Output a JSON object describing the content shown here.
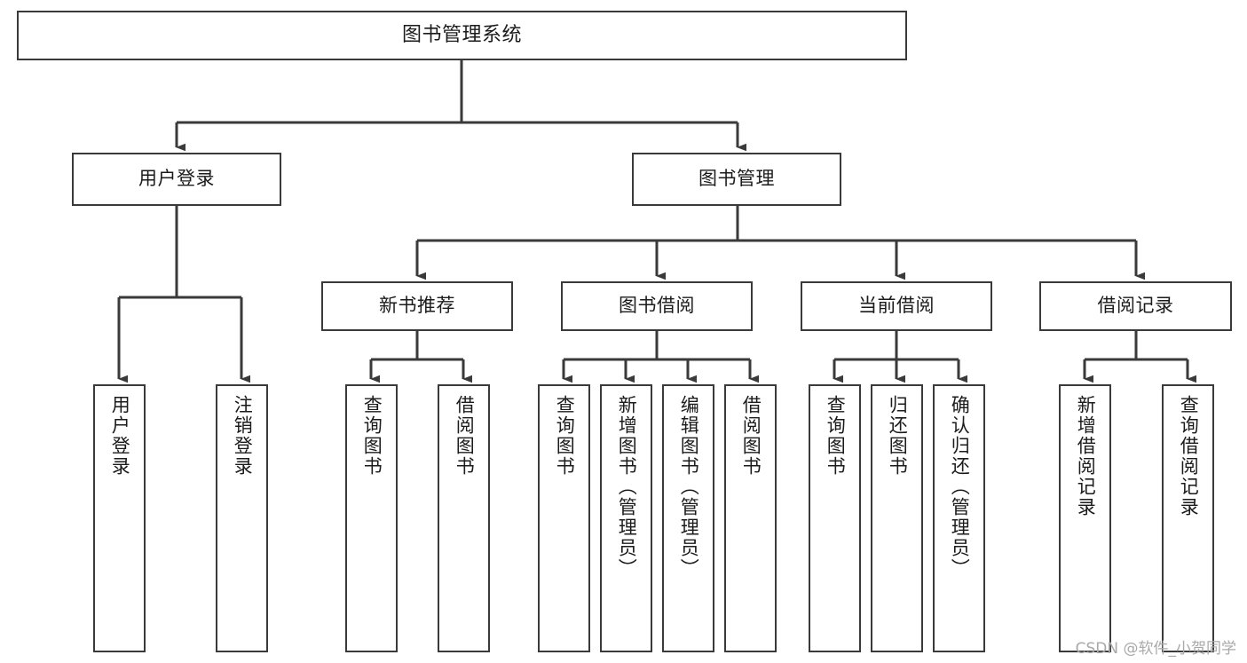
{
  "diagram": {
    "type": "tree",
    "title": "图书管理系统",
    "orientation": "top-down",
    "levels": 4,
    "nodes": {
      "root": {
        "label": "图书管理系统"
      },
      "level1": [
        {
          "id": "user-login",
          "label": "用户登录"
        },
        {
          "id": "book-manage",
          "label": "图书管理"
        }
      ],
      "level2": [
        {
          "id": "new-book-recommend",
          "label": "新书推荐"
        },
        {
          "id": "book-borrow",
          "label": "图书借阅"
        },
        {
          "id": "current-borrow",
          "label": "当前借阅"
        },
        {
          "id": "borrow-record",
          "label": "借阅记录"
        }
      ],
      "leaves": {
        "user-login": [
          {
            "id": "leaf-user-login",
            "label": "用户登录"
          },
          {
            "id": "leaf-logout",
            "label": "注销登录"
          }
        ],
        "new-book-recommend": [
          {
            "id": "leaf-query-book-1",
            "label": "查询图书"
          },
          {
            "id": "leaf-borrow-book-1",
            "label": "借阅图书"
          }
        ],
        "book-borrow": [
          {
            "id": "leaf-query-book-2",
            "label": "查询图书"
          },
          {
            "id": "leaf-add-book",
            "label": "新增图书（管理员）"
          },
          {
            "id": "leaf-edit-book",
            "label": "编辑图书（管理员）"
          },
          {
            "id": "leaf-borrow-book-2",
            "label": "借阅图书"
          }
        ],
        "current-borrow": [
          {
            "id": "leaf-query-book-3",
            "label": "查询图书"
          },
          {
            "id": "leaf-return-book",
            "label": "归还图书"
          },
          {
            "id": "leaf-confirm-return",
            "label": "确认归还（管理员）"
          }
        ],
        "borrow-record": [
          {
            "id": "leaf-add-record",
            "label": "新增借阅记录"
          },
          {
            "id": "leaf-query-record",
            "label": "查询借阅记录"
          }
        ]
      }
    },
    "colors": {
      "border": "#3a3a3a",
      "fill": "#ffffff",
      "text": "#1b1b1b",
      "edge": "#3a3a3a",
      "watermark": "#a9a9a9"
    }
  },
  "watermark": {
    "text": "CSDN @软件_小贺同学"
  }
}
